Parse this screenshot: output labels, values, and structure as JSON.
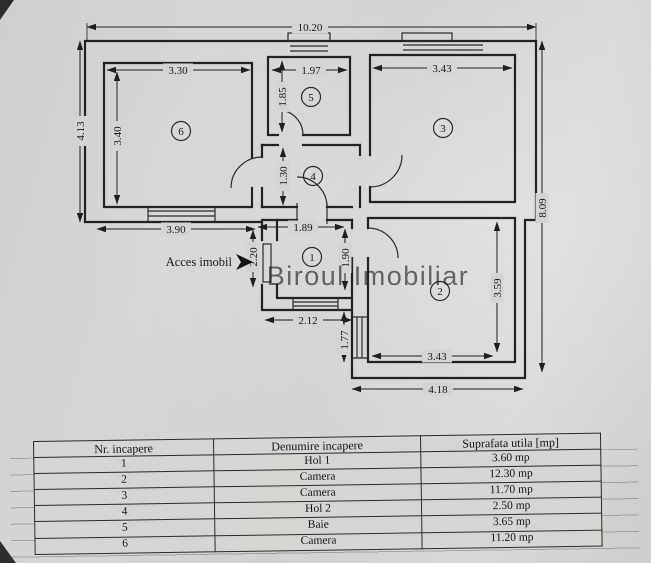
{
  "colors": {
    "paper": "#d5d4d2",
    "ink": "#1f1f1f",
    "watermark": "#e7e7ea"
  },
  "plan": {
    "watermark": "Biroul Imobiliar",
    "access_label": "Acces imobil",
    "room_numbers": [
      "1",
      "2",
      "3",
      "4",
      "5",
      "6"
    ],
    "dims": {
      "total_top": "10.20",
      "left_height": "4.13",
      "right_height": "8.09",
      "room6_w": "3.30",
      "room6_h": "3.40",
      "room5_w": "1.97",
      "room5_h": "1.85",
      "room3_w": "3.43",
      "hall2_h": "1.30",
      "below_room6": "3.90",
      "hall1_w": "1.89",
      "entry_h": "2.20",
      "hall1_h": "1.90",
      "hall1_b": "2.12",
      "wall_h": "1.77",
      "room2_h": "3.59",
      "room2_w": "3.43",
      "total_bottom": "4.18"
    }
  },
  "table": {
    "headers": [
      "Nr. incapere",
      "Denumire incapere",
      "Suprafata utila [mp]"
    ],
    "rows": [
      {
        "nr": "1",
        "name": "Hol 1",
        "area": "3.60 mp"
      },
      {
        "nr": "2",
        "name": "Camera",
        "area": "12.30 mp"
      },
      {
        "nr": "3",
        "name": "Camera",
        "area": "11.70 mp"
      },
      {
        "nr": "4",
        "name": "Hol 2",
        "area": "2.50 mp"
      },
      {
        "nr": "5",
        "name": "Baie",
        "area": "3.65 mp"
      },
      {
        "nr": "6",
        "name": "Camera",
        "area": "11.20 mp"
      }
    ]
  }
}
